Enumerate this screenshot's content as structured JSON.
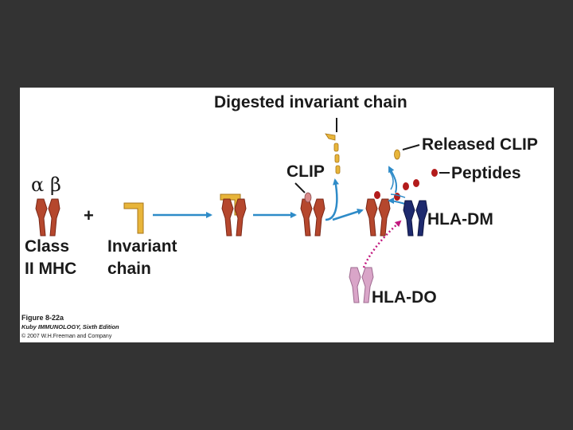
{
  "labels": {
    "alpha": "α",
    "beta": "β",
    "plus": "+",
    "class_line1": "Class",
    "class_line2": "II MHC",
    "invariant_line1": "Invariant",
    "invariant_line2": "chain",
    "digested": "Digested invariant chain",
    "clip": "CLIP",
    "released_clip": "Released CLIP",
    "peptides": "Peptides",
    "hla_dm": "HLA-DM",
    "hla_do": "HLA-DO"
  },
  "caption": {
    "figure": "Figure 8-22a",
    "book": "Kuby IMMUNOLOGY, Sixth Edition",
    "copyright": "© 2007 W.H.Freeman and Company"
  },
  "colors": {
    "mhc": "#b5472d",
    "mhc_dark": "#7a2616",
    "invariant": "#e8b53a",
    "invariant_dark": "#a8761a",
    "arrow": "#2e8bc8",
    "hla_dm": "#1e2a6e",
    "hla_do": "#d9a5c8",
    "hla_do_dark": "#9e6b90",
    "do_arrow": "#c2187f",
    "peptide": "#b31b1b",
    "clip": "#d98a8a"
  }
}
